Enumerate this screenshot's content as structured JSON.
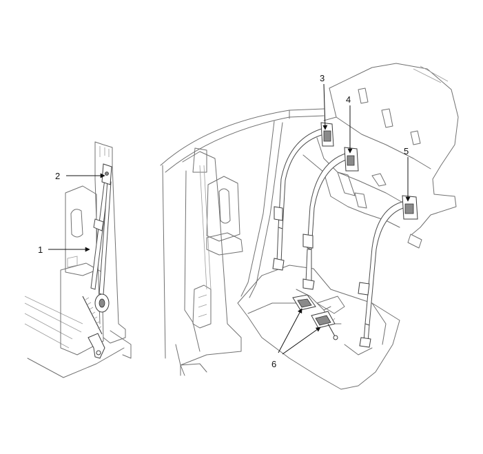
{
  "diagram": {
    "callouts": [
      {
        "id": "1",
        "label": "1"
      },
      {
        "id": "2",
        "label": "2"
      },
      {
        "id": "3",
        "label": "3"
      },
      {
        "id": "4",
        "label": "4"
      },
      {
        "id": "5",
        "label": "5"
      },
      {
        "id": "6",
        "label": "6"
      }
    ]
  },
  "colors": {
    "line": "#6f6f6f",
    "part_outline": "#3a3a3a",
    "leader": "#111111",
    "background": "#ffffff"
  }
}
